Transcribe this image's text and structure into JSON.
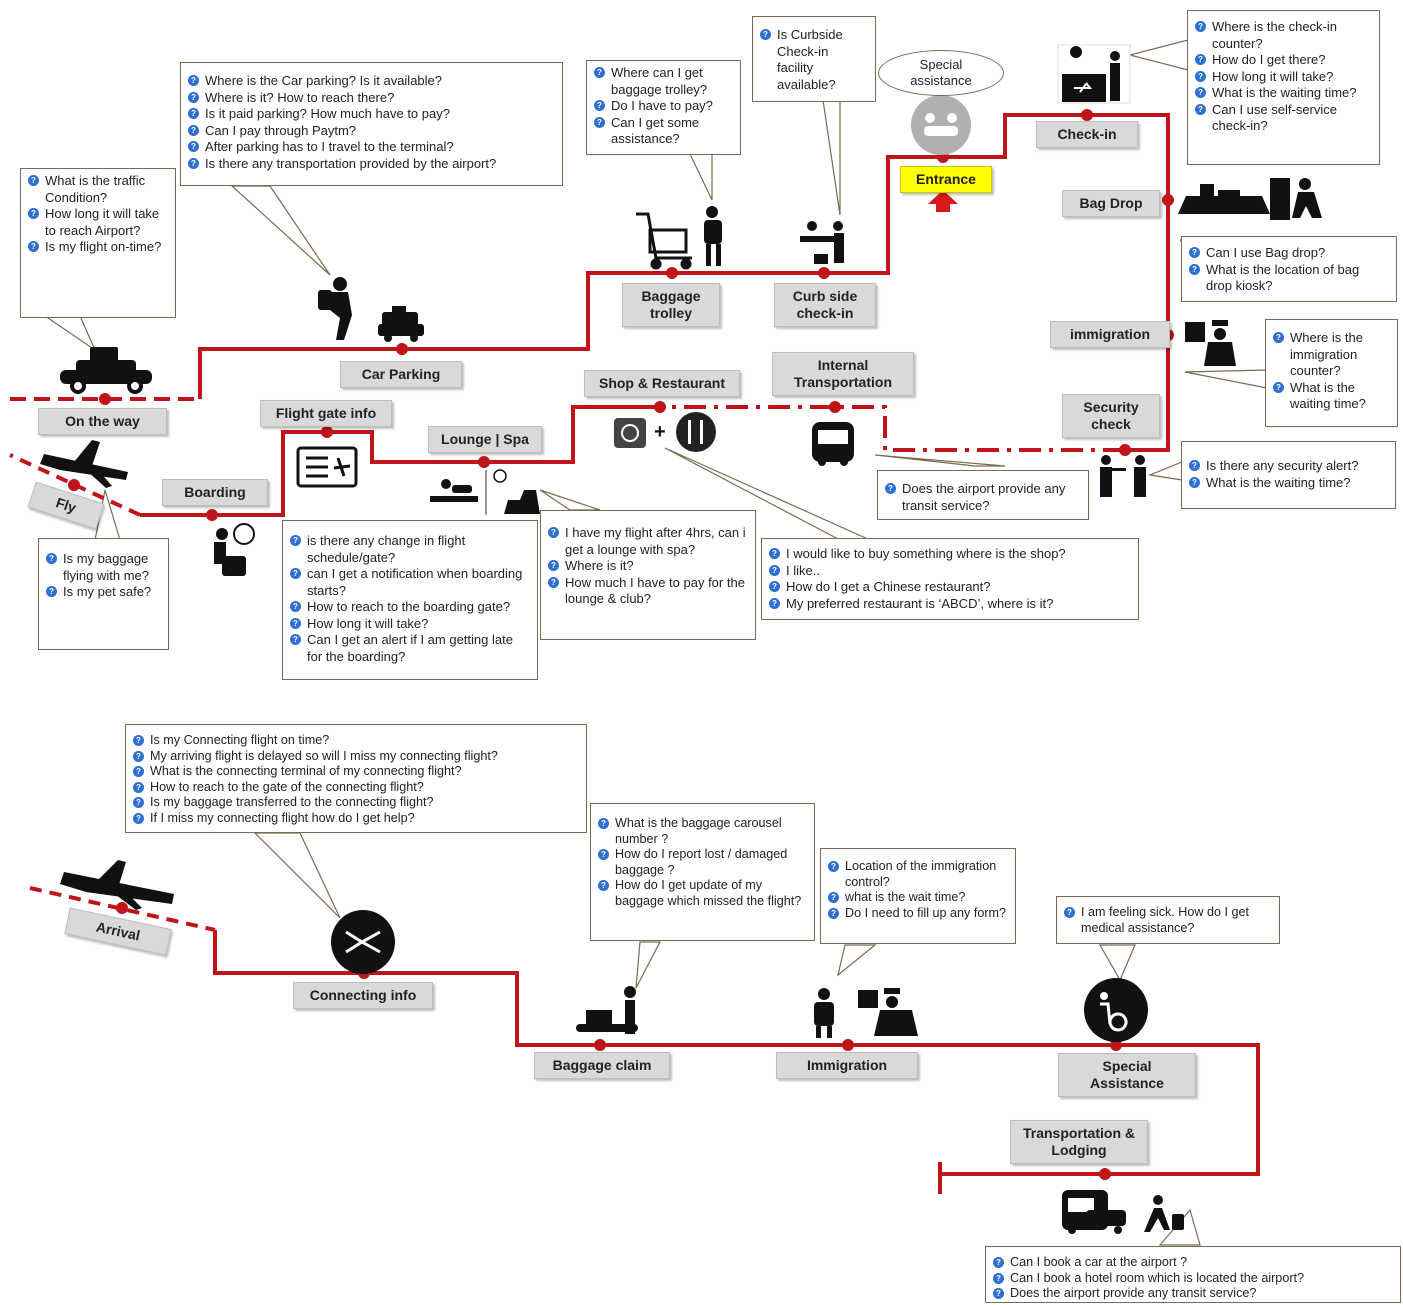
{
  "stages": {
    "on_the_way": "On the way",
    "car_parking": "Car Parking",
    "baggage_trolley": "Baggage trolley",
    "curb_side_checkin": "Curb side check-in",
    "entrance": "Entrance",
    "check_in": "Check-in",
    "bag_drop": "Bag Drop",
    "immigration": "immigration",
    "security_check": "Security check",
    "internal_transportation": "Internal Transportation",
    "shop_restaurant": "Shop & Restaurant",
    "lounge_spa": "Lounge | Spa",
    "flight_gate_info": "Flight gate info",
    "boarding": "Boarding",
    "fly": "Fly",
    "arrival": "Arrival",
    "connecting_info": "Connecting info",
    "baggage_claim": "Baggage claim",
    "immigration_arrival": "Immigration",
    "special_assistance_arrival": "Special Assistance",
    "transportation_lodging": "Transportation & Lodging"
  },
  "special_assistance_oval": "Special assistance",
  "questions": {
    "on_the_way": [
      "What is the traffic Condition?",
      "How long it will take to reach Airport?",
      "Is my flight on-time?"
    ],
    "car_parking": [
      "Where is the Car parking? Is it available?",
      "Where is it? How to reach there?",
      "Is it paid parking? How much have to pay?",
      "Can I pay through Paytm?",
      "After parking has to I travel to the terminal?",
      "Is there any transportation provided by the airport?"
    ],
    "baggage_trolley": [
      "Where can I get baggage trolley?",
      "Do I have to pay?",
      "Can I get some assistance?"
    ],
    "curbside": [
      "Is Curbside Check-in facility available?"
    ],
    "check_in": [
      "Where is the check-in counter?",
      "How do I get there?",
      "How long it will take?",
      "What is the waiting time?",
      "Can I use self-service check-in?"
    ],
    "bag_drop": [
      "Can I use Bag drop?",
      "What is the location of bag drop kiosk?"
    ],
    "immigration": [
      "Where is the immigration counter?",
      "What is the waiting time?"
    ],
    "security": [
      "Is there any security alert?",
      "What is the waiting time?"
    ],
    "internal_transport": [
      "Does the airport provide any transit service?"
    ],
    "shop": [
      "I would like to buy something where is the shop?",
      "I like..",
      "How do I get a Chinese restaurant?",
      "My preferred restaurant is ‘ABCD’, where is it?"
    ],
    "lounge": [
      "I have my flight after 4hrs, can i get a lounge with spa?",
      "Where is it?",
      "How much I have to pay for the lounge & club?"
    ],
    "flight_gate": [
      "is there any change in flight schedule/gate?",
      "can I get a notification when boarding starts?",
      "How to reach to the boarding gate?",
      "How long it will take?",
      "Can I get an alert if I am getting late for the boarding?"
    ],
    "fly": [
      "Is my baggage flying with me?",
      "Is my pet safe?"
    ],
    "connecting": [
      "Is my Connecting flight on time?",
      "My arriving flight is delayed so will I miss my connecting flight?",
      "What is the connecting terminal of my connecting flight?",
      "How to reach to the gate of the connecting flight?",
      "Is my baggage transferred to the connecting flight?",
      "If I miss my connecting flight how do I get help?"
    ],
    "baggage_claim": [
      "What is the baggage carousel number ?",
      "How do I report lost / damaged baggage ?",
      "How do I get update of my baggage which missed the flight?"
    ],
    "immigration_arrival": [
      "Location of the immigration control?",
      "what is the wait time?",
      "Do I need to fill up any form?"
    ],
    "special_assistance": [
      "I am feeling sick. How do I get medical assistance?"
    ],
    "transportation": [
      "Can I book a car at the airport ?",
      "Can I book a hotel room which is located the airport?",
      "Does the airport provide any transit service?"
    ]
  },
  "colors": {
    "path": "#c0141b",
    "stage_box": "#d9d9d9",
    "entrance_box": "#ffff00",
    "bullet": "#2e6fd1",
    "callout_border": "#7a6a52"
  },
  "icons": [
    "car-icon",
    "traveler-icon",
    "taxi-icon",
    "trolley-icon",
    "backpacker-icon",
    "curbside-checkin-icon",
    "special-assistance-icon",
    "entrance-arrow-icon",
    "checkin-counter-icon",
    "bag-drop-icon",
    "immigration-officer-icon",
    "security-guard-icon",
    "bus-icon",
    "shopping-bag-icon",
    "restaurant-icon",
    "massage-icon",
    "lounge-chair-icon",
    "flight-board-icon",
    "boarding-passenger-icon",
    "airplane-icon",
    "connecting-flights-icon",
    "baggage-carousel-icon",
    "medical-assistance-icon",
    "car-bus-icon",
    "walking-traveler-icon"
  ]
}
